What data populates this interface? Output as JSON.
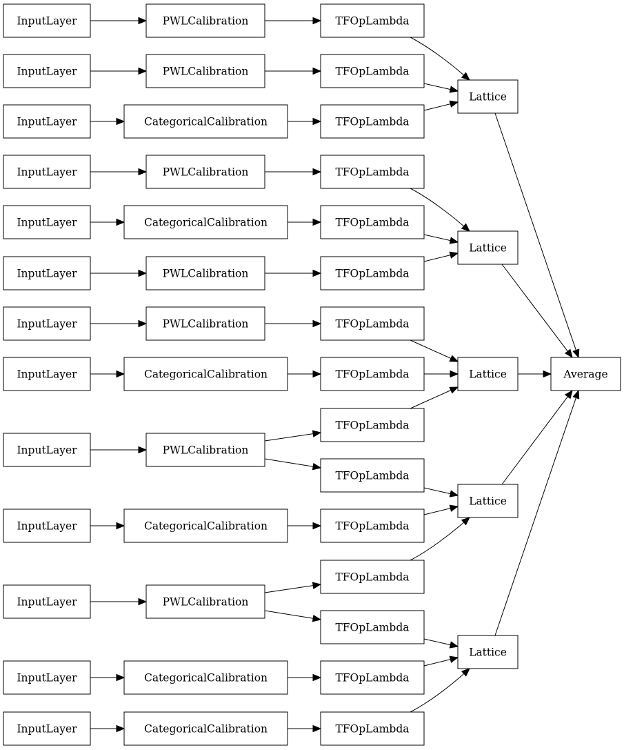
{
  "diagram": {
    "type": "directed-graph",
    "nodes": [
      {
        "id": "in1",
        "label": "InputLayer"
      },
      {
        "id": "in2",
        "label": "InputLayer"
      },
      {
        "id": "in3",
        "label": "InputLayer"
      },
      {
        "id": "in4",
        "label": "InputLayer"
      },
      {
        "id": "in5",
        "label": "InputLayer"
      },
      {
        "id": "in6",
        "label": "InputLayer"
      },
      {
        "id": "in7",
        "label": "InputLayer"
      },
      {
        "id": "in8",
        "label": "InputLayer"
      },
      {
        "id": "in9",
        "label": "InputLayer"
      },
      {
        "id": "in10",
        "label": "InputLayer"
      },
      {
        "id": "in11",
        "label": "InputLayer"
      },
      {
        "id": "in12",
        "label": "InputLayer"
      },
      {
        "id": "in13",
        "label": "InputLayer"
      },
      {
        "id": "cal1",
        "label": "PWLCalibration"
      },
      {
        "id": "cal2",
        "label": "PWLCalibration"
      },
      {
        "id": "cal3",
        "label": "CategoricalCalibration"
      },
      {
        "id": "cal4",
        "label": "PWLCalibration"
      },
      {
        "id": "cal5",
        "label": "CategoricalCalibration"
      },
      {
        "id": "cal6",
        "label": "PWLCalibration"
      },
      {
        "id": "cal7",
        "label": "PWLCalibration"
      },
      {
        "id": "cal8",
        "label": "CategoricalCalibration"
      },
      {
        "id": "cal9",
        "label": "PWLCalibration"
      },
      {
        "id": "cal10",
        "label": "CategoricalCalibration"
      },
      {
        "id": "cal11",
        "label": "PWLCalibration"
      },
      {
        "id": "cal12",
        "label": "CategoricalCalibration"
      },
      {
        "id": "cal13",
        "label": "CategoricalCalibration"
      },
      {
        "id": "op1",
        "label": "TFOpLambda"
      },
      {
        "id": "op2",
        "label": "TFOpLambda"
      },
      {
        "id": "op3",
        "label": "TFOpLambda"
      },
      {
        "id": "op4",
        "label": "TFOpLambda"
      },
      {
        "id": "op5",
        "label": "TFOpLambda"
      },
      {
        "id": "op6",
        "label": "TFOpLambda"
      },
      {
        "id": "op7",
        "label": "TFOpLambda"
      },
      {
        "id": "op8",
        "label": "TFOpLambda"
      },
      {
        "id": "op9",
        "label": "TFOpLambda"
      },
      {
        "id": "op10",
        "label": "TFOpLambda"
      },
      {
        "id": "op11",
        "label": "TFOpLambda"
      },
      {
        "id": "op12",
        "label": "TFOpLambda"
      },
      {
        "id": "op13",
        "label": "TFOpLambda"
      },
      {
        "id": "op14",
        "label": "TFOpLambda"
      },
      {
        "id": "op15",
        "label": "TFOpLambda"
      },
      {
        "id": "lat1",
        "label": "Lattice"
      },
      {
        "id": "lat2",
        "label": "Lattice"
      },
      {
        "id": "lat3",
        "label": "Lattice"
      },
      {
        "id": "lat4",
        "label": "Lattice"
      },
      {
        "id": "lat5",
        "label": "Lattice"
      },
      {
        "id": "avg",
        "label": "Average"
      }
    ],
    "edges": [
      {
        "from": "in1",
        "to": "cal1"
      },
      {
        "from": "in2",
        "to": "cal2"
      },
      {
        "from": "in3",
        "to": "cal3"
      },
      {
        "from": "in4",
        "to": "cal4"
      },
      {
        "from": "in5",
        "to": "cal5"
      },
      {
        "from": "in6",
        "to": "cal6"
      },
      {
        "from": "in7",
        "to": "cal7"
      },
      {
        "from": "in8",
        "to": "cal8"
      },
      {
        "from": "in9",
        "to": "cal9"
      },
      {
        "from": "in10",
        "to": "cal10"
      },
      {
        "from": "in11",
        "to": "cal11"
      },
      {
        "from": "in12",
        "to": "cal12"
      },
      {
        "from": "in13",
        "to": "cal13"
      },
      {
        "from": "cal1",
        "to": "op1"
      },
      {
        "from": "cal2",
        "to": "op2"
      },
      {
        "from": "cal3",
        "to": "op3"
      },
      {
        "from": "cal4",
        "to": "op4"
      },
      {
        "from": "cal5",
        "to": "op5"
      },
      {
        "from": "cal6",
        "to": "op6"
      },
      {
        "from": "cal7",
        "to": "op7"
      },
      {
        "from": "cal8",
        "to": "op8"
      },
      {
        "from": "cal9",
        "to": "op9"
      },
      {
        "from": "cal9",
        "to": "op10"
      },
      {
        "from": "cal10",
        "to": "op11"
      },
      {
        "from": "cal11",
        "to": "op12"
      },
      {
        "from": "cal11",
        "to": "op13"
      },
      {
        "from": "cal12",
        "to": "op14"
      },
      {
        "from": "cal13",
        "to": "op15"
      },
      {
        "from": "op1",
        "to": "lat1"
      },
      {
        "from": "op2",
        "to": "lat1"
      },
      {
        "from": "op3",
        "to": "lat1"
      },
      {
        "from": "op4",
        "to": "lat2"
      },
      {
        "from": "op5",
        "to": "lat2"
      },
      {
        "from": "op6",
        "to": "lat2"
      },
      {
        "from": "op7",
        "to": "lat3"
      },
      {
        "from": "op8",
        "to": "lat3"
      },
      {
        "from": "op9",
        "to": "lat3"
      },
      {
        "from": "op10",
        "to": "lat4"
      },
      {
        "from": "op11",
        "to": "lat4"
      },
      {
        "from": "op12",
        "to": "lat4"
      },
      {
        "from": "op13",
        "to": "lat5"
      },
      {
        "from": "op14",
        "to": "lat5"
      },
      {
        "from": "op15",
        "to": "lat5"
      },
      {
        "from": "lat1",
        "to": "avg"
      },
      {
        "from": "lat2",
        "to": "avg"
      },
      {
        "from": "lat3",
        "to": "avg"
      },
      {
        "from": "lat4",
        "to": "avg"
      },
      {
        "from": "lat5",
        "to": "avg"
      }
    ]
  }
}
